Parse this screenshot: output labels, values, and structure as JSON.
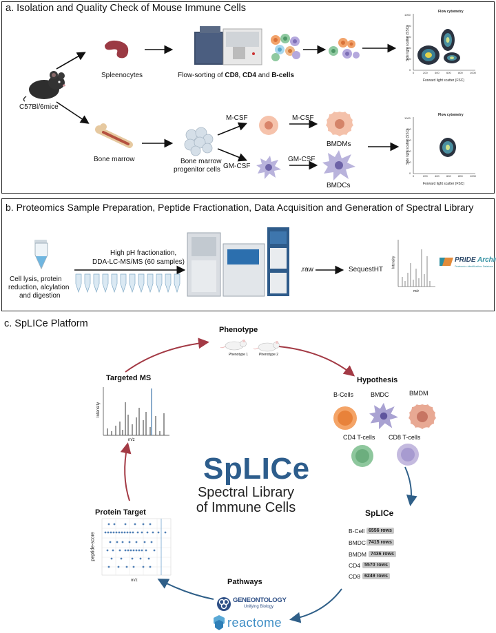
{
  "panel_a": {
    "title": "a. Isolation and Quality Check of Mouse Immune Cells",
    "mouse_label": "C57Bl/6mice",
    "spleen_label": "Spleenocytes",
    "flow_sort_prefix": "Flow-sorting of ",
    "flow_sort_cd8": "CD8",
    "flow_sort_sep1": ", ",
    "flow_sort_cd4": "CD4",
    "flow_sort_sep2": " and ",
    "flow_sort_bcells": "B-cells",
    "bone_marrow_label": "Bone marrow",
    "progenitor_label_1": "Bone marrow",
    "progenitor_label_2": "progenitor cells",
    "mcsf_1": "M-CSF",
    "mcsf_2": "M-CSF",
    "gmcsf_1": "GM-CSF",
    "gmcsf_2": "GM-CSF",
    "bmdms": "BMDMs",
    "bmdcs": "BMDCs",
    "flow_plot_title": "Flow cytometry",
    "flow_plot_xlabel": "Forward light scatter (FSC)",
    "flow_plot_ylabel": "Side light scatter (SSC)",
    "flow_x_ticks": [
      "0",
      "200",
      "400",
      "600",
      "800",
      "1000"
    ],
    "flow_y_ticks": [
      "0",
      "200",
      "400",
      "600",
      "800",
      "1000"
    ]
  },
  "panel_b": {
    "title": "b. Proteomics Sample Preparation, Peptide Fractionation, Data Acquisition and Generation of Spectral Library",
    "lysis_1": "Cell lysis, protein",
    "lysis_2": "reduction, alcylation",
    "lysis_3": "and digestion",
    "frac_1": "High pH fractionation,",
    "frac_2": "DDA-LC-MS/MS (60 samples)",
    "raw": ".raw",
    "sequest": "SequestHT",
    "spectrum_ylabel": "Intensity",
    "spectrum_xlabel": "m/z",
    "pride_1": "PRIDE",
    "pride_2": "Archive",
    "pride_sub": "Proteomics Identifications Database"
  },
  "panel_c": {
    "title": "c. SpLICe Platform",
    "phenotype": "Phenotype",
    "phenotype_1": "Phenotype 1",
    "phenotype_2": "Phenotype 2",
    "hypothesis": "Hypothesis",
    "bcells": "B-Cells",
    "bmdc": "BMDC",
    "bmdm": "BMDM",
    "cd4": "CD4 T-cells",
    "cd8": "CD8 T-cells",
    "targeted_ms": "Targeted MS",
    "ms_ylabel": "Intensity",
    "ms_xlabel": "m/z",
    "center_big": "SpLICe",
    "center_sub_1": "Spectral Library",
    "center_sub_2": "of Immune Cells",
    "protein_target": "Protein Target",
    "pt_ylabel": "peptide-score",
    "pt_xlabel": "m/z",
    "splice": "SpLICe",
    "library_rows": [
      {
        "cell": "B-Cell",
        "rows": "6556 rows"
      },
      {
        "cell": "BMDC",
        "rows": "7415 rows"
      },
      {
        "cell": "BMDM",
        "rows": "7436 rows"
      },
      {
        "cell": "CD4",
        "rows": "5570 rows"
      },
      {
        "cell": "CD8",
        "rows": "6249 rows"
      }
    ],
    "pathways": "Pathways",
    "geneontology": "GENEONTOLOGY",
    "geneontology_sub": "Unifying Biology",
    "reactome": "reactome"
  },
  "colors": {
    "arrow_red": "#a33a45",
    "arrow_blue": "#2f5f88",
    "splice_blue": "#2d5d8c",
    "bcell": "#e8823a",
    "bmdc": "#9d95c8",
    "bmdm": "#d9937e",
    "cd4": "#6cae7e",
    "cd8": "#a79bd0"
  }
}
